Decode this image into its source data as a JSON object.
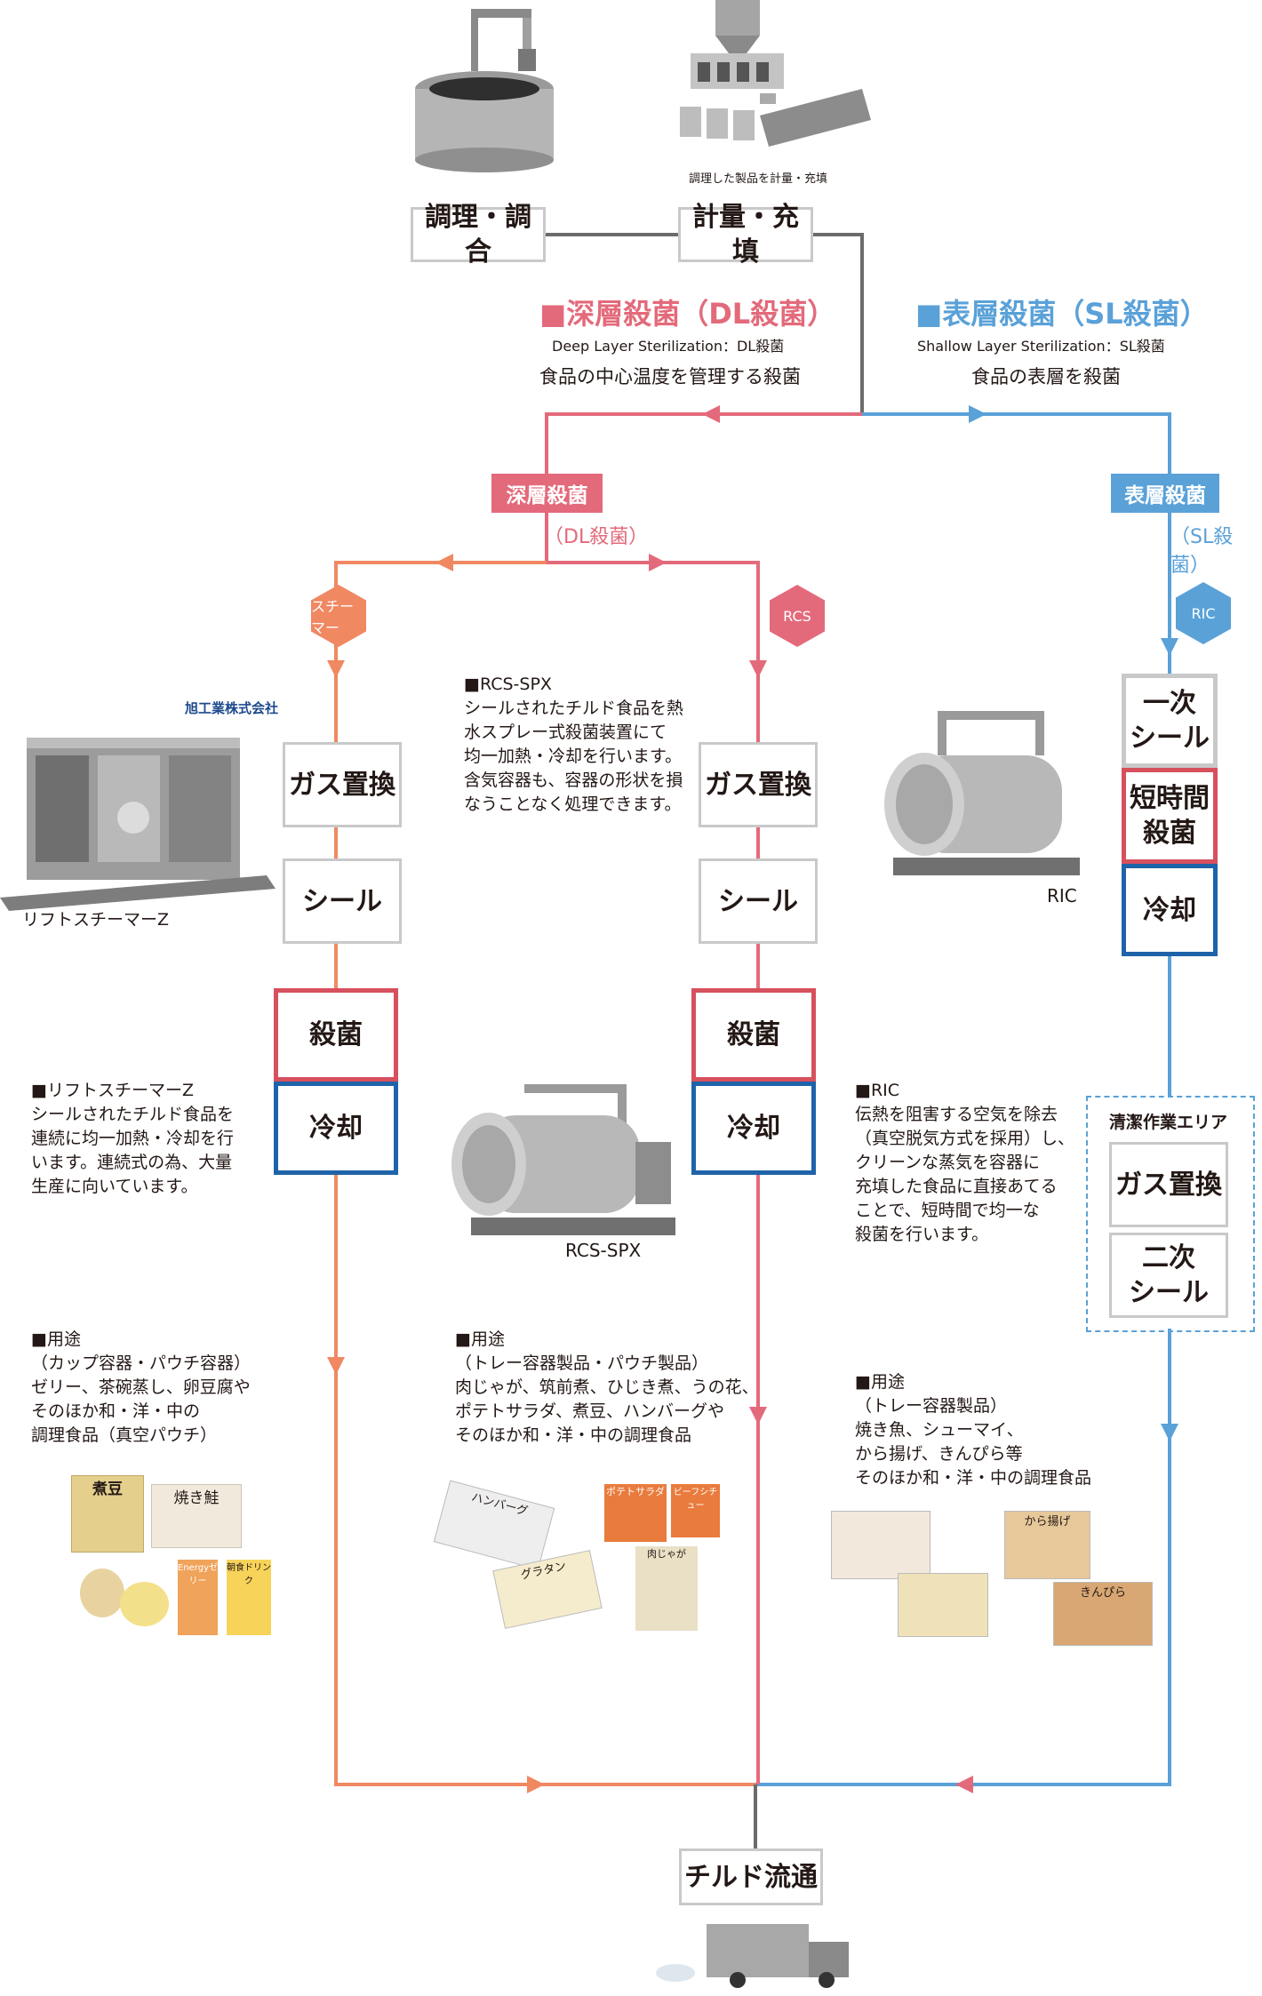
{
  "process": {
    "cooking": "調理・調合",
    "filling": "計量・充填",
    "filling_caption": "調理した製品を計量・充填",
    "chilled": "チルド流通"
  },
  "dl": {
    "heading": "■深層殺菌（DL殺菌）",
    "en": "Deep Layer Sterilization：DL殺菌",
    "desc": "食品の中心温度を管理する殺菌",
    "label": "深層殺菌",
    "label_sub": "（DL殺菌）"
  },
  "sl": {
    "heading": "■表層殺菌（SL殺菌）",
    "en": "Shallow Layer Sterilization：SL殺菌",
    "desc": "食品の表層を殺菌",
    "label": "表層殺菌",
    "label_sub": "（SL殺菌）"
  },
  "steamer": {
    "badge": "スチーマー",
    "maker": "旭工業株式会社",
    "machine": "リフトスチーマーZ",
    "steps": [
      "ガス置換",
      "シール",
      "殺菌",
      "冷却"
    ],
    "desc": "■リフトスチーマーZ\nシールされたチルド食品を\n連続に均一加熱・冷却を行\nいます。連続式の為、大量\n生産に向いています。",
    "usage": "■用途\n（カップ容器・パウチ容器）\nゼリー、茶碗蒸し、卵豆腐や\nそのほか和・洋・中の\n調理食品（真空パウチ）",
    "products": [
      "煮豆",
      "焼き鮭",
      "Energyゼリー",
      "朝食ドリンク"
    ]
  },
  "rcs": {
    "badge": "RCS",
    "machine": "RCS-SPX",
    "steps": [
      "ガス置換",
      "シール",
      "殺菌",
      "冷却"
    ],
    "desc": "■RCS-SPX\nシールされたチルド食品を熱\n水スプレー式殺菌装置にて\n均一加熱・冷却を行います。\n含気容器も、容器の形状を損\nなうことなく処理できます。",
    "usage": "■用途\n（トレー容器製品・パウチ製品）\n肉じゃが、筑前煮、ひじき煮、うの花、\nポテトサラダ、煮豆、ハンバーグや\nそのほか和・洋・中の調理食品",
    "products": [
      "ハンバーグ",
      "グラタン",
      "ポテトサラダ",
      "ビーフシチュー",
      "肉じゃが"
    ]
  },
  "ric": {
    "badge": "RIC",
    "machine": "RIC",
    "steps": [
      "一次\nシール",
      "短時間\n殺菌",
      "冷却"
    ],
    "clean_area": "清潔作業エリア",
    "clean_steps": [
      "ガス置換",
      "二次\nシール"
    ],
    "desc": "■RIC\n伝熱を阻害する空気を除去\n（真空脱気方式を採用）し、\nクリーンな蒸気を容器に\n充填した食品に直接あてる\nことで、短時間で均一な\n殺菌を行います。",
    "usage": "■用途\n（トレー容器製品）\n焼き魚、シューマイ、\nから揚げ、きんぴら等\nそのほか和・洋・中の調理食品",
    "products": [
      "から揚げ",
      "きんぴら"
    ]
  },
  "colors": {
    "dl_pink": "#e36a7b",
    "sl_blue": "#5aa1d8",
    "steamer_orange": "#f08862",
    "sterilize_red": "#d7505e",
    "cool_blue": "#1e63a8",
    "line_gray": "#6b6b6b"
  }
}
